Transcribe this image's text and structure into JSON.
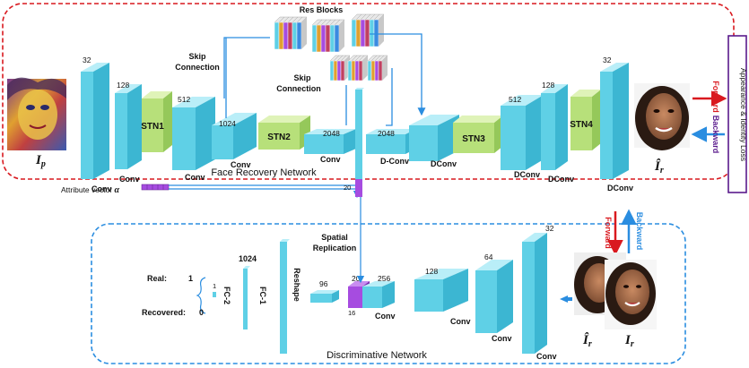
{
  "colors": {
    "conv_front": "#5fd0e6",
    "conv_top": "#b9eef8",
    "conv_side": "#3cb6d2",
    "stn_front": "#b7e07a",
    "stn_top": "#dff3b8",
    "stn_side": "#95c85a",
    "purple": "#a64ce0",
    "frn_border": "#d9191f",
    "disc_border": "#2a8de0",
    "arrow_blue": "#2a8de0",
    "forward_red": "#d9191f",
    "loss_border": "#5a1a8c"
  },
  "frn": {
    "title": "Face Recovery Network",
    "input_symbol": "I",
    "input_sub": "p",
    "output_symbol": "Î",
    "output_sub": "r",
    "res_blocks_label": "Res Blocks",
    "skip1": [
      "Skip",
      "Connection"
    ],
    "skip2": [
      "Skip",
      "Connection"
    ],
    "attr_dim": "20",
    "enc": [
      {
        "dim": "32",
        "op": "Conv"
      },
      {
        "dim": "128",
        "op": "Conv"
      },
      {
        "stn": "STN1"
      },
      {
        "dim": "512",
        "op": "Conv"
      },
      {
        "dim": "1024",
        "op": "Conv"
      },
      {
        "stn": "STN2"
      },
      {
        "dim": "2048",
        "op": "Conv"
      }
    ],
    "dec": [
      {
        "dim": "2048",
        "op": "D-Conv"
      },
      {
        "op": "DConv"
      },
      {
        "stn": "STN3"
      },
      {
        "dim": "512",
        "op": "DConv"
      },
      {
        "dim": "128",
        "op": "DConv"
      },
      {
        "stn": "STN4"
      },
      {
        "dim": "32",
        "op": "DConv"
      }
    ]
  },
  "loss": {
    "label": "Appearance & Identity Loss",
    "forward": "Forward",
    "backward": "Backward"
  },
  "attribute": {
    "label": "Attribute vector",
    "symbol": "α"
  },
  "mid": {
    "forward": "Forward",
    "backward": "Backward"
  },
  "disc": {
    "title": "Discriminative Network",
    "spatial": [
      "Spatial",
      "Replication"
    ],
    "reshape": "Reshape",
    "fc1": "FC-1",
    "fc2": "FC-2",
    "fc1_dim": "1024",
    "fc2_dim": "1",
    "real": "Real:",
    "real_val": "1",
    "recovered": "Recovered:",
    "recovered_val": "0",
    "in1_symbol": "Î",
    "in1_sub": "r",
    "in2_symbol": "I",
    "in2_sub": "r",
    "dims": {
      "c96": "96",
      "c20": "20",
      "c16": "16",
      "c256": "256",
      "c128": "128",
      "c64": "64",
      "c32": "32"
    },
    "conv": "Conv"
  }
}
